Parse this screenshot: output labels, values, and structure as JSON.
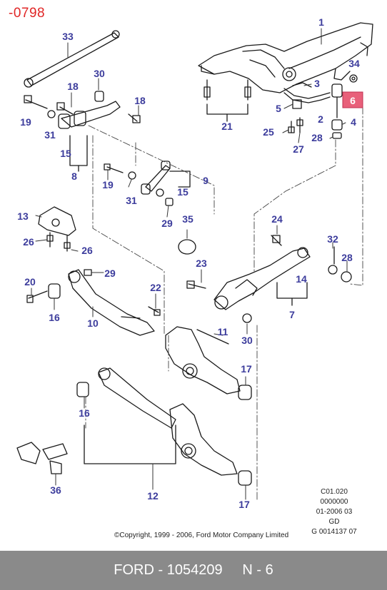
{
  "header": {
    "code": "-0798"
  },
  "callouts": [
    {
      "id": "c1",
      "text": "1"
    },
    {
      "id": "c2",
      "text": "2"
    },
    {
      "id": "c3",
      "text": "3"
    },
    {
      "id": "c4",
      "text": "4"
    },
    {
      "id": "c5",
      "text": "5"
    },
    {
      "id": "c6",
      "text": "6"
    },
    {
      "id": "c7",
      "text": "7"
    },
    {
      "id": "c8",
      "text": "8"
    },
    {
      "id": "c9",
      "text": "9"
    },
    {
      "id": "c10",
      "text": "10"
    },
    {
      "id": "c11",
      "text": "11"
    },
    {
      "id": "c12",
      "text": "12"
    },
    {
      "id": "c13",
      "text": "13"
    },
    {
      "id": "c14",
      "text": "14"
    },
    {
      "id": "c15a",
      "text": "15"
    },
    {
      "id": "c15b",
      "text": "15"
    },
    {
      "id": "c16a",
      "text": "16"
    },
    {
      "id": "c16b",
      "text": "16"
    },
    {
      "id": "c17a",
      "text": "17"
    },
    {
      "id": "c17b",
      "text": "17"
    },
    {
      "id": "c18a",
      "text": "18"
    },
    {
      "id": "c18b",
      "text": "18"
    },
    {
      "id": "c19a",
      "text": "19"
    },
    {
      "id": "c19b",
      "text": "19"
    },
    {
      "id": "c20",
      "text": "20"
    },
    {
      "id": "c21",
      "text": "21"
    },
    {
      "id": "c22",
      "text": "22"
    },
    {
      "id": "c23",
      "text": "23"
    },
    {
      "id": "c24",
      "text": "24"
    },
    {
      "id": "c25",
      "text": "25"
    },
    {
      "id": "c26a",
      "text": "26"
    },
    {
      "id": "c26b",
      "text": "26"
    },
    {
      "id": "c27",
      "text": "27"
    },
    {
      "id": "c28a",
      "text": "28"
    },
    {
      "id": "c28b",
      "text": "28"
    },
    {
      "id": "c29a",
      "text": "29"
    },
    {
      "id": "c29b",
      "text": "29"
    },
    {
      "id": "c30a",
      "text": "30"
    },
    {
      "id": "c30b",
      "text": "30"
    },
    {
      "id": "c31a",
      "text": "31"
    },
    {
      "id": "c31b",
      "text": "31"
    },
    {
      "id": "c32",
      "text": "32"
    },
    {
      "id": "c33",
      "text": "33"
    },
    {
      "id": "c34",
      "text": "34"
    },
    {
      "id": "c35",
      "text": "35"
    },
    {
      "id": "c36",
      "text": "36"
    }
  ],
  "info": {
    "line1": "C01.020",
    "line2": "0000000",
    "line3": "01-2006 03",
    "line4": "GD",
    "line5": "G 0014137 07"
  },
  "copyright": "©Copyright, 1999 - 2006, Ford Motor Company Limited",
  "footer": {
    "part": "FORD - 1054209",
    "page": "N - 6"
  },
  "colors": {
    "callout": "#3c3c9c",
    "highlight": "#e8607a",
    "header_code": "#e02626",
    "footer_bg": "#8a8a8a"
  }
}
